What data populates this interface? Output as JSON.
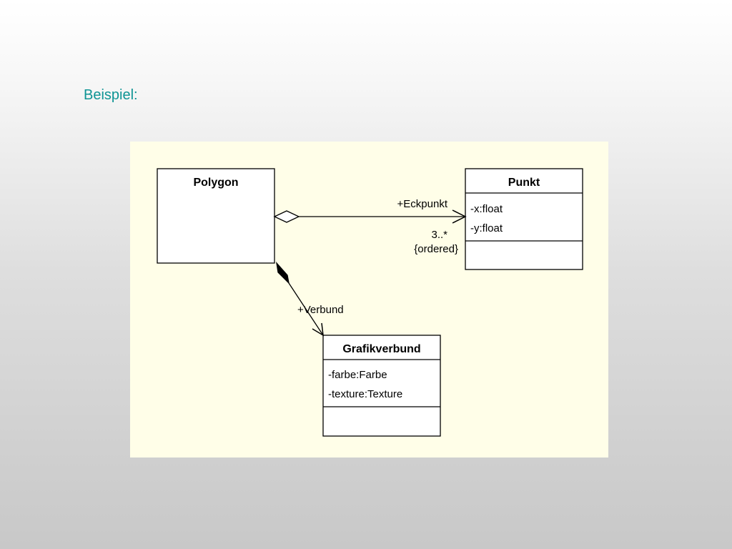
{
  "heading": "Beispiel:",
  "colors": {
    "heading": "#0e9494",
    "diagram_background": "#fffee8",
    "class_fill": "#ffffff",
    "line": "#000000"
  },
  "classes": {
    "polygon": {
      "name": "Polygon",
      "attributes": []
    },
    "punkt": {
      "name": "Punkt",
      "attributes": [
        "-x:float",
        "-y:float"
      ]
    },
    "grafikverbund": {
      "name": "Grafikverbund",
      "attributes": [
        "-farbe:Farbe",
        "-texture:Texture"
      ]
    }
  },
  "associations": {
    "eckpunkt": {
      "kind": "aggregation",
      "role": "+Eckpunkt",
      "multiplicity": "3..*",
      "constraint": "{ordered}"
    },
    "verbund": {
      "kind": "composition",
      "role": "+Verbund"
    }
  }
}
